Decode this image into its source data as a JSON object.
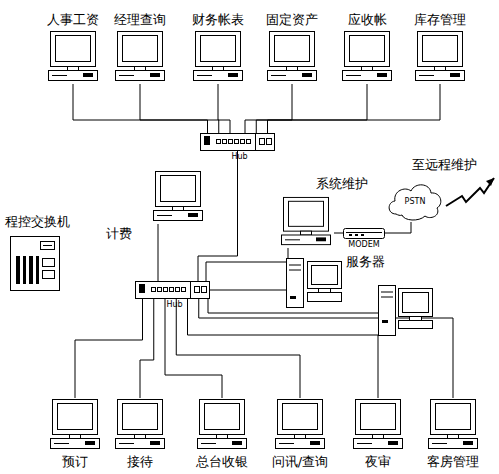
{
  "diagram": {
    "nodes": [
      {
        "text": [
          "人事工资"
        ]
      },
      {
        "text": [
          "经理查询"
        ]
      },
      {
        "text": [
          "财务帐表"
        ]
      },
      {
        "text": [
          "固定资产"
        ]
      },
      {
        "text": [
          "应收帐"
        ]
      },
      {
        "text": [
          "库存管理"
        ]
      },
      {
        "text": [
          "Hub"
        ]
      },
      {
        "text": [
          "程控交换机"
        ]
      },
      {
        "text": [
          "计费"
        ]
      },
      {
        "text": [
          "系统维护"
        ]
      },
      {
        "text": [
          "PSTN"
        ]
      },
      {
        "text": [
          "MODEM"
        ]
      },
      {
        "text": [
          "服务器"
        ]
      },
      {
        "text": [
          "Hub"
        ]
      },
      {
        "text": [
          "预订"
        ]
      },
      {
        "text": [
          "接待"
        ]
      },
      {
        "text": [
          "总台收银"
        ]
      },
      {
        "text": [
          "问讯/查询"
        ]
      },
      {
        "text": [
          "夜审"
        ]
      },
      {
        "text": [
          "客房管理"
        ]
      }
    ],
    "edges": [
      {
        "from": 0,
        "to": 6,
        "arrow": "none"
      },
      {
        "from": 1,
        "to": 6,
        "arrow": "none"
      },
      {
        "from": 2,
        "to": 6,
        "arrow": "none"
      },
      {
        "from": 3,
        "to": 6,
        "arrow": "none"
      },
      {
        "from": 4,
        "to": 6,
        "arrow": "none"
      },
      {
        "from": 5,
        "to": 6,
        "arrow": "none"
      },
      {
        "from": 6,
        "to": 13,
        "arrow": "none"
      },
      {
        "from": 8,
        "to": 13,
        "arrow": "none"
      },
      {
        "from": 9,
        "to": 13,
        "arrow": "none"
      },
      {
        "from": 9,
        "to": 11,
        "arrow": "none"
      },
      {
        "from": 11,
        "to": 10,
        "arrow": "none"
      },
      {
        "from": 12,
        "to": 13,
        "arrow": "none"
      },
      {
        "from": 13,
        "to": 14,
        "arrow": "none"
      },
      {
        "from": 13,
        "to": 15,
        "arrow": "none"
      },
      {
        "from": 13,
        "to": 16,
        "arrow": "none"
      },
      {
        "from": 13,
        "to": 17,
        "arrow": "none"
      },
      {
        "from": 13,
        "to": 18,
        "arrow": "none"
      },
      {
        "from": 13,
        "to": 19,
        "arrow": "none"
      }
    ],
    "labels": [
      "至远程维护"
    ]
  }
}
